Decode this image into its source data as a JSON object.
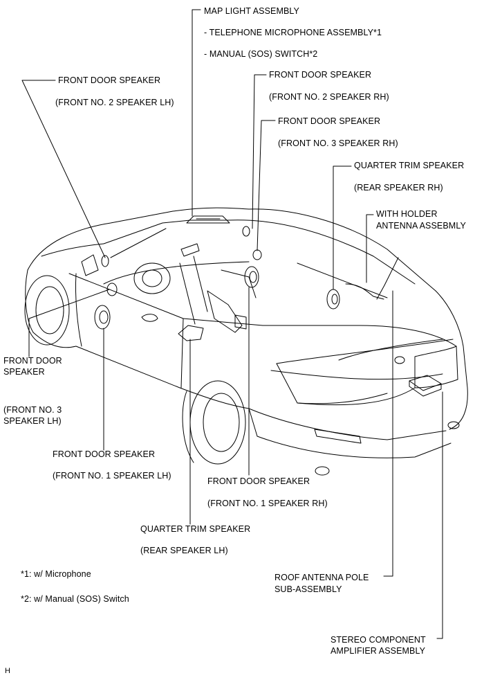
{
  "labels": {
    "map_light": "MAP LIGHT ASSEMBLY",
    "telephone_mic": "- TELEPHONE MICROPHONE ASSEMBLY*1",
    "manual_sos": "- MANUAL (SOS) SWITCH*2",
    "fd_rh2_a": "FRONT DOOR SPEAKER",
    "fd_rh2_b": "(FRONT NO. 2 SPEAKER RH)",
    "fd_rh3_a": "FRONT DOOR SPEAKER",
    "fd_rh3_b": "(FRONT NO. 3 SPEAKER RH)",
    "qt_rh_a": "QUARTER TRIM SPEAKER",
    "qt_rh_b": "(REAR SPEAKER RH)",
    "holder_a": "WITH HOLDER",
    "holder_b": "ANTENNA ASSEBMLY",
    "fd_lh2_a": "FRONT DOOR SPEAKER",
    "fd_lh2_b": "(FRONT NO. 2 SPEAKER LH)",
    "fd_lh3_a": "FRONT DOOR",
    "fd_lh3_b": "SPEAKER",
    "fd_lh3_c": "(FRONT NO. 3",
    "fd_lh3_d": "SPEAKER LH)",
    "fd_lh1_a": "FRONT DOOR SPEAKER",
    "fd_lh1_b": "(FRONT NO. 1 SPEAKER LH)",
    "fd_rh1_a": "FRONT DOOR SPEAKER",
    "fd_rh1_b": "(FRONT NO. 1 SPEAKER RH)",
    "qt_lh_a": "QUARTER TRIM SPEAKER",
    "qt_lh_b": "(REAR SPEAKER LH)",
    "note1": "*1: w/ Microphone",
    "note2": "*2: w/ Manual (SOS) Switch",
    "roof_a": "ROOF ANTENNA POLE",
    "roof_b": "SUB-ASSEMBLY",
    "amp_a": "STEREO COMPONENT",
    "amp_b": "AMPLIFIER ASSEMBLY",
    "corner": "H"
  },
  "colors": {
    "line": "#000000",
    "background": "#ffffff"
  }
}
